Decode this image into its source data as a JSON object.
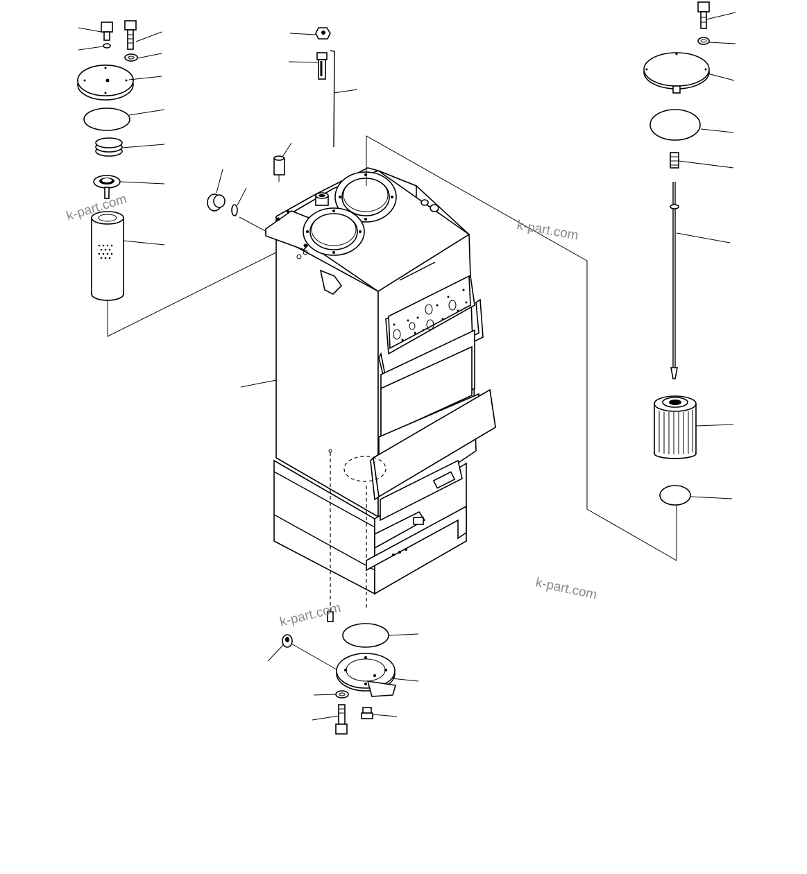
{
  "diagram": {
    "watermarks": [
      "k-part.com",
      "k-part.com",
      "k-part.com",
      "k-part.com"
    ]
  }
}
